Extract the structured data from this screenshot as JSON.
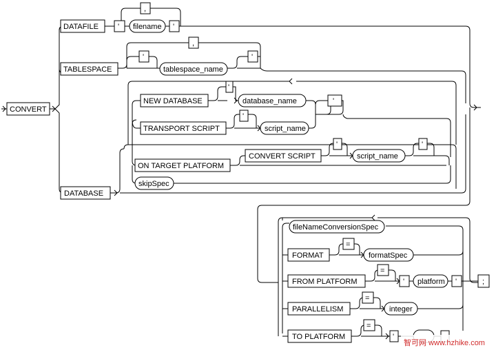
{
  "nodes": {
    "convert": "CONVERT",
    "datafile": "DATAFILE",
    "quote1": "'",
    "filename": "filename",
    "quote2": "'",
    "comma1": ",",
    "tablespace": "TABLESPACE",
    "quote3": "'",
    "tablespace_name": "tablespace_name",
    "quote4": "'",
    "comma2": ",",
    "new_database": "NEW DATABASE",
    "quote5": "'",
    "database_name": "database_name",
    "quote6": "'",
    "transport_script": "TRANSPORT SCRIPT",
    "quote7": "'",
    "script_name1": "script_name",
    "on_target_platform": "ON TARGET PLATFORM",
    "convert_script": "CONVERT SCRIPT",
    "quote8": "'",
    "script_name2": "script_name",
    "quote9": "'",
    "skipspec": "skipSpec",
    "database": "DATABASE",
    "filenameconversionspec": "fileNameConversionSpec",
    "format": "FORMAT",
    "eq1": "=",
    "formatspec": "formatSpec",
    "from_platform": "FROM PLATFORM",
    "eq2": "=",
    "quote10": "'",
    "platform": "platform",
    "quote11": "'",
    "semicolon": ";",
    "parallelism": "PARALLELISM",
    "eq3": "=",
    "integer": "integer",
    "to_platform": "TO PLATFORM",
    "eq4": "=",
    "quote12": "'"
  },
  "watermark": "智可网 www.hzhike.com"
}
